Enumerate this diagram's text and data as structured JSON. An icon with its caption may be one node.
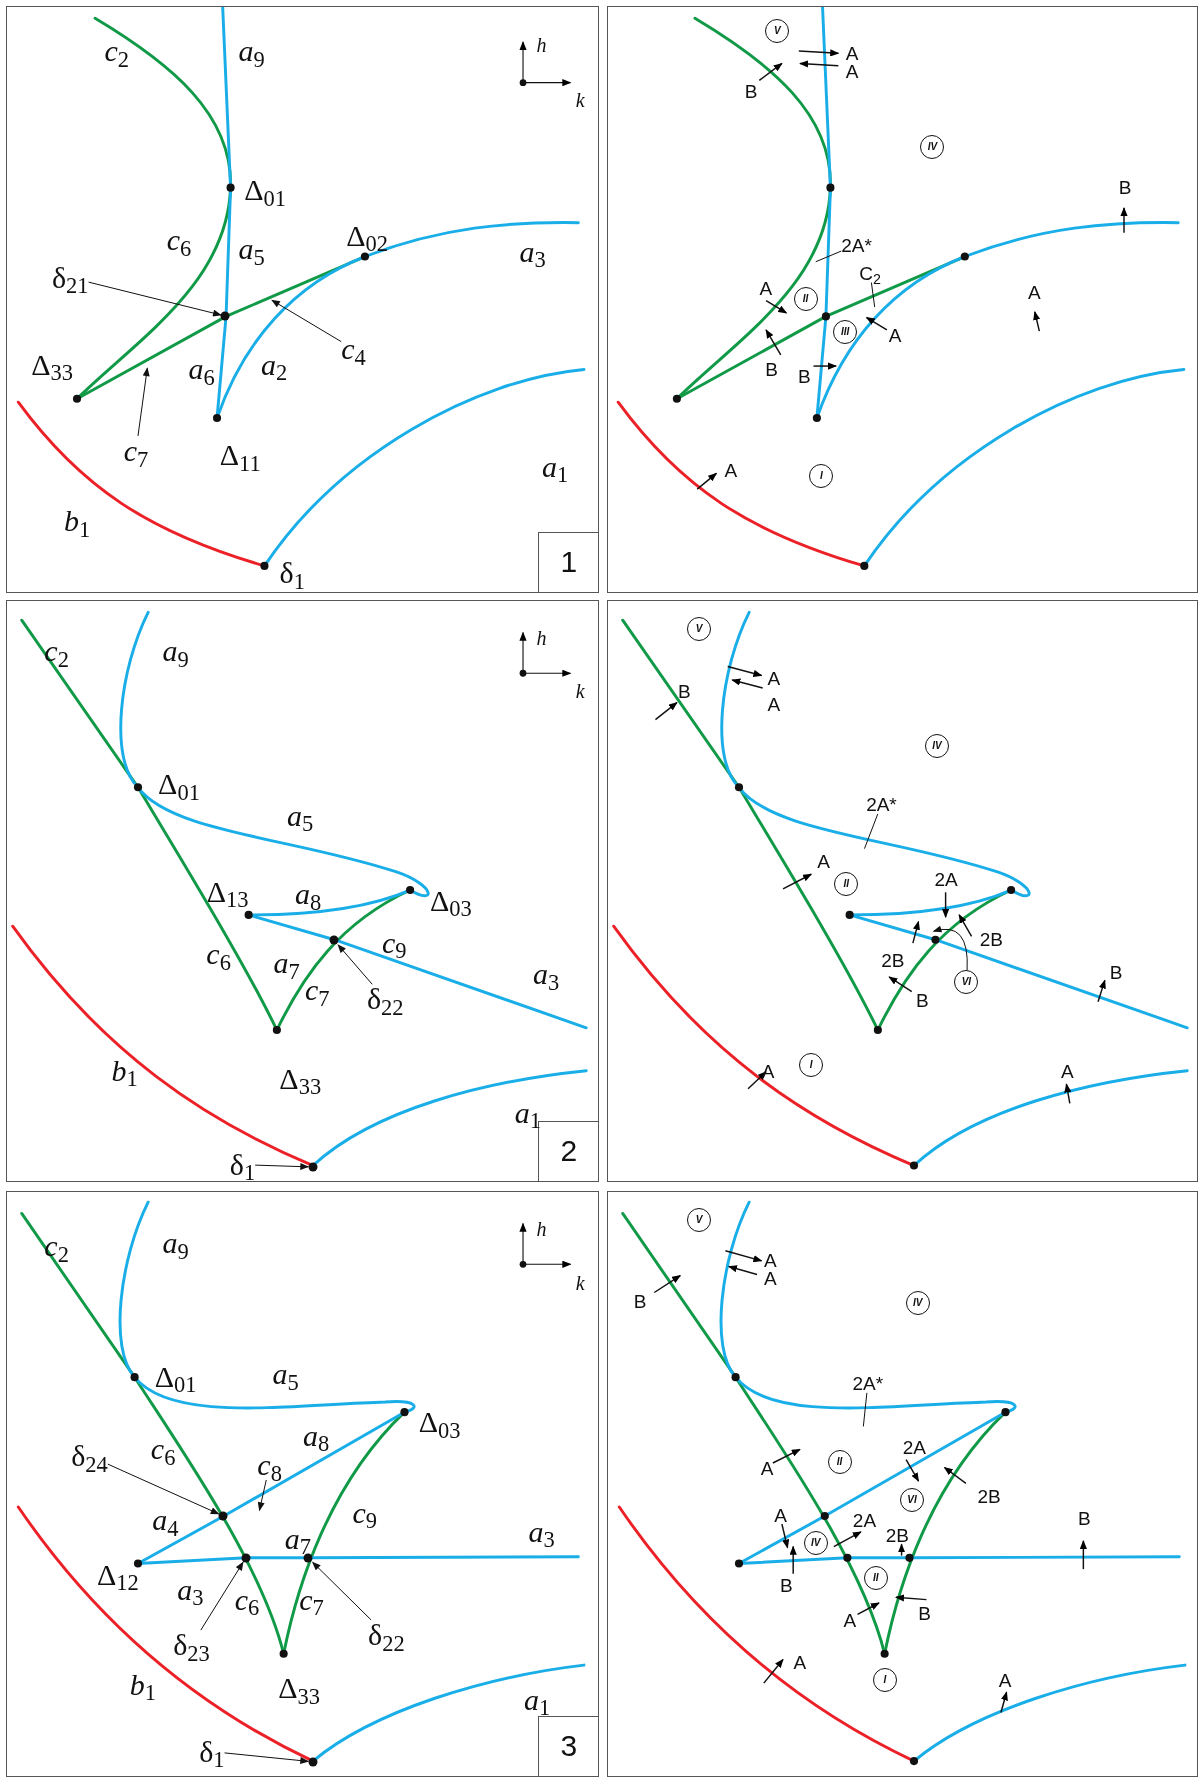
{
  "diagram": {
    "nodes": [
      {
        "text": [],
        "shape": "box"
      },
      {
        "text": [
          "δ$_{21}$"
        ],
        "in": 0
      },
      {
        "text": [],
        "shape": "circle",
        "in": 0
      },
      {
        "text": [
          "*c*$_{4}$"
        ],
        "in": 0
      },
      {
        "text": [
          "*c*$_{7}$"
        ],
        "in": 0
      },
      {
        "text": [
          "1"
        ],
        "in": 0
      },
      {
        "text": [],
        "shape": "box"
      },
      {
        "text": [
          "V"
        ],
        "in": 6
      },
      {
        "text": [
          "IV"
        ],
        "in": 6
      },
      {
        "text": [
          "2A*"
        ],
        "in": 6
      },
      {
        "text": [
          "C$_{2}$"
        ],
        "in": 6
      },
      {
        "text": [
          "II"
        ],
        "in": 6
      },
      {
        "text": [
          "III"
        ],
        "in": 6
      },
      {
        "text": [
          "I"
        ],
        "in": 6
      },
      {
        "text": [],
        "shape": "box"
      },
      {
        "text": [
          "δ$_{22}$"
        ],
        "in": 14
      },
      {
        "text": [],
        "shape": "circle",
        "in": 14
      },
      {
        "text": [
          "δ$_{1}$"
        ],
        "in": 14
      },
      {
        "text": [],
        "shape": "circle",
        "in": 14
      },
      {
        "text": [
          "2"
        ],
        "in": 14
      },
      {
        "text": [],
        "shape": "box"
      },
      {
        "text": [
          "V"
        ],
        "in": 20
      },
      {
        "text": [
          "IV"
        ],
        "in": 20
      },
      {
        "text": [
          "2A*"
        ],
        "in": 20
      },
      {
        "text": [
          "II"
        ],
        "in": 20
      },
      {
        "text": [
          "VI"
        ],
        "in": 20
      },
      {
        "text": [
          "I"
        ],
        "in": 20
      },
      {
        "text": [],
        "shape": "box"
      },
      {
        "text": [
          "δ$_{24}$"
        ],
        "in": 27
      },
      {
        "text": [],
        "shape": "circle",
        "in": 27
      },
      {
        "text": [
          "*c*$_{8}$"
        ],
        "in": 27
      },
      {
        "text": [
          "δ$_{23}$"
        ],
        "in": 27
      },
      {
        "text": [],
        "shape": "circle",
        "in": 27
      },
      {
        "text": [
          "δ$_{22}$"
        ],
        "in": 27
      },
      {
        "text": [],
        "shape": "circle",
        "in": 27
      },
      {
        "text": [
          "δ$_{1}$"
        ],
        "in": 27
      },
      {
        "text": [],
        "shape": "circle",
        "in": 27
      },
      {
        "text": [
          "3"
        ],
        "in": 27
      },
      {
        "text": [],
        "shape": "box"
      },
      {
        "text": [
          "V"
        ],
        "in": 38
      },
      {
        "text": [
          "IV"
        ],
        "in": 38
      },
      {
        "text": [
          "2A*"
        ],
        "in": 38
      },
      {
        "text": [
          "II"
        ],
        "in": 38
      },
      {
        "text": [
          "VI"
        ],
        "in": 38
      },
      {
        "text": [
          "IV"
        ],
        "in": 38
      },
      {
        "text": [
          "II"
        ],
        "in": 38
      },
      {
        "text": [
          "I"
        ],
        "in": 38
      }
    ],
    "edges": [
      {
        "from": 1,
        "to": 2,
        "arrow": "to"
      },
      {
        "from": 3,
        "to": null,
        "arrow": "to"
      },
      {
        "from": 4,
        "to": null,
        "arrow": "to"
      },
      {
        "from": 9,
        "to": null,
        "arrow": "none"
      },
      {
        "from": 10,
        "to": null,
        "arrow": "none"
      },
      {
        "from": 15,
        "to": 16,
        "arrow": "to"
      },
      {
        "from": 17,
        "to": 18,
        "arrow": "to"
      },
      {
        "from": 23,
        "to": null,
        "arrow": "none"
      },
      {
        "from": 25,
        "to": null,
        "arrow": "to"
      },
      {
        "from": 28,
        "to": 29,
        "arrow": "to"
      },
      {
        "from": 30,
        "to": null,
        "arrow": "to"
      },
      {
        "from": 31,
        "to": 32,
        "arrow": "to"
      },
      {
        "from": 33,
        "to": 34,
        "arrow": "to"
      },
      {
        "from": 35,
        "to": 36,
        "arrow": "to"
      },
      {
        "from": 41,
        "to": null,
        "arrow": "none"
      }
    ],
    "labels": [
      "*c*$_{2}$",
      "*a*$_{9}$",
      "h",
      "k",
      "Δ$_{01}$",
      "*c*$_{6}$",
      "*a*$_{5}$",
      "Δ$_{02}$",
      "*a*$_{3}$",
      "Δ$_{33}$",
      "*a*$_{6}$",
      "*a*$_{2}$",
      "Δ$_{11}$",
      "*a*$_{1}$",
      "*b*$_{1}$",
      "δ$_{1}$",
      "A",
      "A",
      "B",
      "B",
      "A",
      "A",
      "A",
      "B",
      "B",
      "A",
      "*c*$_{2}$",
      "*a*$_{9}$",
      "h",
      "k",
      "Δ$_{01}$",
      "*a*$_{5}$",
      "Δ$_{13}$",
      "*a*$_{8}$",
      "Δ$_{03}$",
      "*c*$_{9}$",
      "*c*$_{6}$",
      "*a*$_{7}$",
      "*a*$_{3}$",
      "*c*$_{7}$",
      "*b*$_{1}$",
      "Δ$_{33}$",
      "*a*$_{1}$",
      "A",
      "B",
      "A",
      "A",
      "2A",
      "2B",
      "2B",
      "B",
      "B",
      "A",
      "A",
      "*c*$_{2}$",
      "*a*$_{9}$",
      "h",
      "k",
      "Δ$_{01}$",
      "*a*$_{5}$",
      "*c*$_{6}$",
      "*a*$_{8}$",
      "Δ$_{03}$",
      "*a*$_{4}$",
      "*a*$_{7}$",
      "*c*$_{9}$",
      "*a*$_{3}$",
      "Δ$_{12}$",
      "*a*$_{3}$",
      "*c*$_{6}$",
      "*c*$_{7}$",
      "*b*$_{1}$",
      "Δ$_{33}$",
      "*a*$_{1}$",
      "A",
      "A",
      "B",
      "2A",
      "A",
      "2B",
      "A",
      "2A",
      "2B",
      "B",
      "B",
      "B",
      "A",
      "A",
      "A"
    ]
  }
}
